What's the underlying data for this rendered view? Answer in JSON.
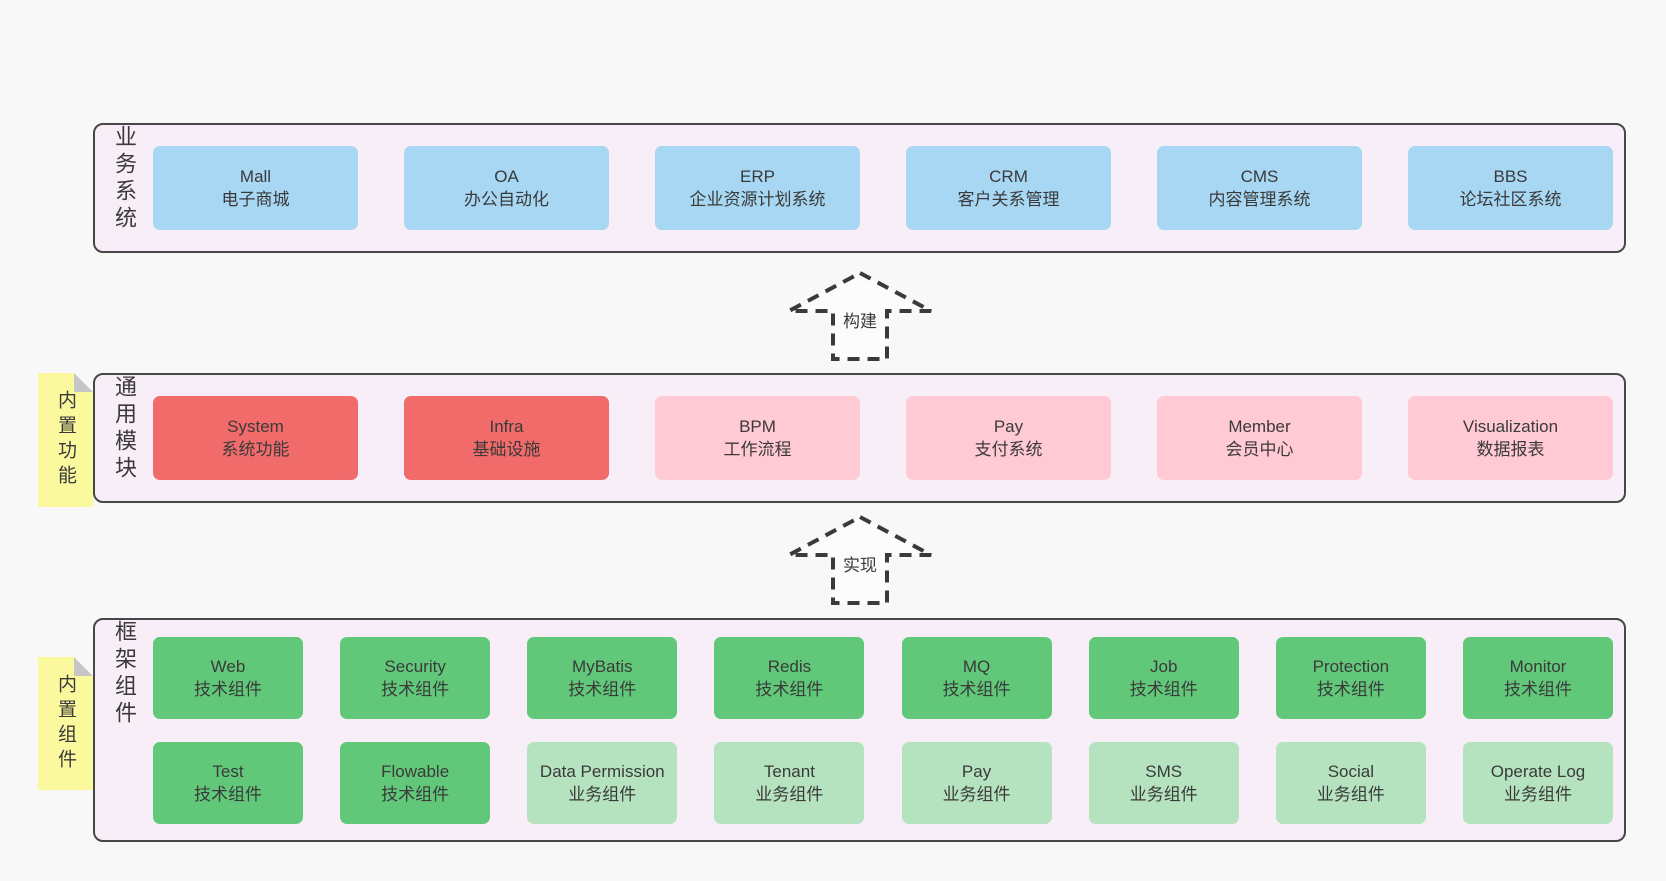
{
  "colors": {
    "page_background": "#f8f8f8",
    "band_background": "#f8eef7",
    "band_border": "#474747",
    "blue": "#a7d7f2",
    "red": "#f26b6b",
    "pink": "#ffcad4",
    "green": "#61c87a",
    "lightgreen": "#b6e3bf",
    "note_yellow": "#fbf99e",
    "note_fold": "#c6c6c6",
    "text": "#3a3a3a"
  },
  "bands": [
    {
      "label": "业务系统",
      "boxes": [
        {
          "title": "Mall",
          "subtitle": "电子商城",
          "variant": "blue"
        },
        {
          "title": "OA",
          "subtitle": "办公自动化",
          "variant": "blue"
        },
        {
          "title": "ERP",
          "subtitle": "企业资源计划系统",
          "variant": "blue"
        },
        {
          "title": "CRM",
          "subtitle": "客户关系管理",
          "variant": "blue"
        },
        {
          "title": "CMS",
          "subtitle": "内容管理系统",
          "variant": "blue"
        },
        {
          "title": "BBS",
          "subtitle": "论坛社区系统",
          "variant": "blue"
        }
      ]
    },
    {
      "label": "通用模块",
      "note": "内置功能",
      "boxes": [
        {
          "title": "System",
          "subtitle": "系统功能",
          "variant": "red"
        },
        {
          "title": "Infra",
          "subtitle": "基础设施",
          "variant": "red"
        },
        {
          "title": "BPM",
          "subtitle": "工作流程",
          "variant": "pink"
        },
        {
          "title": "Pay",
          "subtitle": "支付系统",
          "variant": "pink"
        },
        {
          "title": "Member",
          "subtitle": "会员中心",
          "variant": "pink"
        },
        {
          "title": "Visualization",
          "subtitle": "数据报表",
          "variant": "pink"
        }
      ]
    },
    {
      "label": "框架组件",
      "note": "内置组件",
      "boxes": [
        {
          "title": "Web",
          "subtitle": "技术组件",
          "variant": "green"
        },
        {
          "title": "Security",
          "subtitle": "技术组件",
          "variant": "green"
        },
        {
          "title": "MyBatis",
          "subtitle": "技术组件",
          "variant": "green"
        },
        {
          "title": "Redis",
          "subtitle": "技术组件",
          "variant": "green"
        },
        {
          "title": "MQ",
          "subtitle": "技术组件",
          "variant": "green"
        },
        {
          "title": "Job",
          "subtitle": "技术组件",
          "variant": "green"
        },
        {
          "title": "Protection",
          "subtitle": "技术组件",
          "variant": "green"
        },
        {
          "title": "Monitor",
          "subtitle": "技术组件",
          "variant": "green"
        },
        {
          "title": "Test",
          "subtitle": "技术组件",
          "variant": "green"
        },
        {
          "title": "Flowable",
          "subtitle": "技术组件",
          "variant": "green"
        },
        {
          "title": "Data Permission",
          "subtitle": "业务组件",
          "variant": "lightgreen"
        },
        {
          "title": "Tenant",
          "subtitle": "业务组件",
          "variant": "lightgreen"
        },
        {
          "title": "Pay",
          "subtitle": "业务组件",
          "variant": "lightgreen"
        },
        {
          "title": "SMS",
          "subtitle": "业务组件",
          "variant": "lightgreen"
        },
        {
          "title": "Social",
          "subtitle": "业务组件",
          "variant": "lightgreen"
        },
        {
          "title": "Operate Log",
          "subtitle": "业务组件",
          "variant": "lightgreen"
        }
      ]
    }
  ],
  "arrows": [
    {
      "label": "构建"
    },
    {
      "label": "实现"
    }
  ]
}
